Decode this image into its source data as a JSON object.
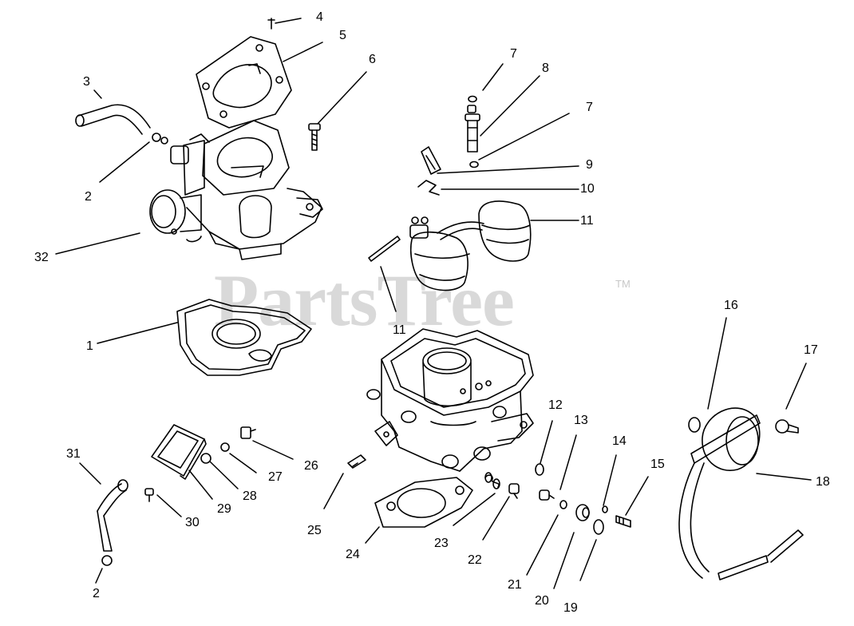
{
  "watermark": {
    "text": "PartsTree",
    "trademark": "TM"
  },
  "colors": {
    "ink": "#000000",
    "watermark": "#d9d9d9"
  },
  "callouts": {
    "c1": "1",
    "c2a": "2",
    "c2b": "2",
    "c3": "3",
    "c4": "4",
    "c5": "5",
    "c6": "6",
    "c7a": "7",
    "c7b": "7",
    "c8": "8",
    "c9": "9",
    "c10": "10",
    "c11a": "11",
    "c11b": "11",
    "c12": "12",
    "c13": "13",
    "c14": "14",
    "c15": "15",
    "c16": "16",
    "c17": "17",
    "c18": "18",
    "c19": "19",
    "c20": "20",
    "c21": "21",
    "c22": "22",
    "c23": "23",
    "c24": "24",
    "c25": "25",
    "c26": "26",
    "c27": "27",
    "c28": "28",
    "c29": "29",
    "c30": "30",
    "c31": "31",
    "c32": "32"
  }
}
